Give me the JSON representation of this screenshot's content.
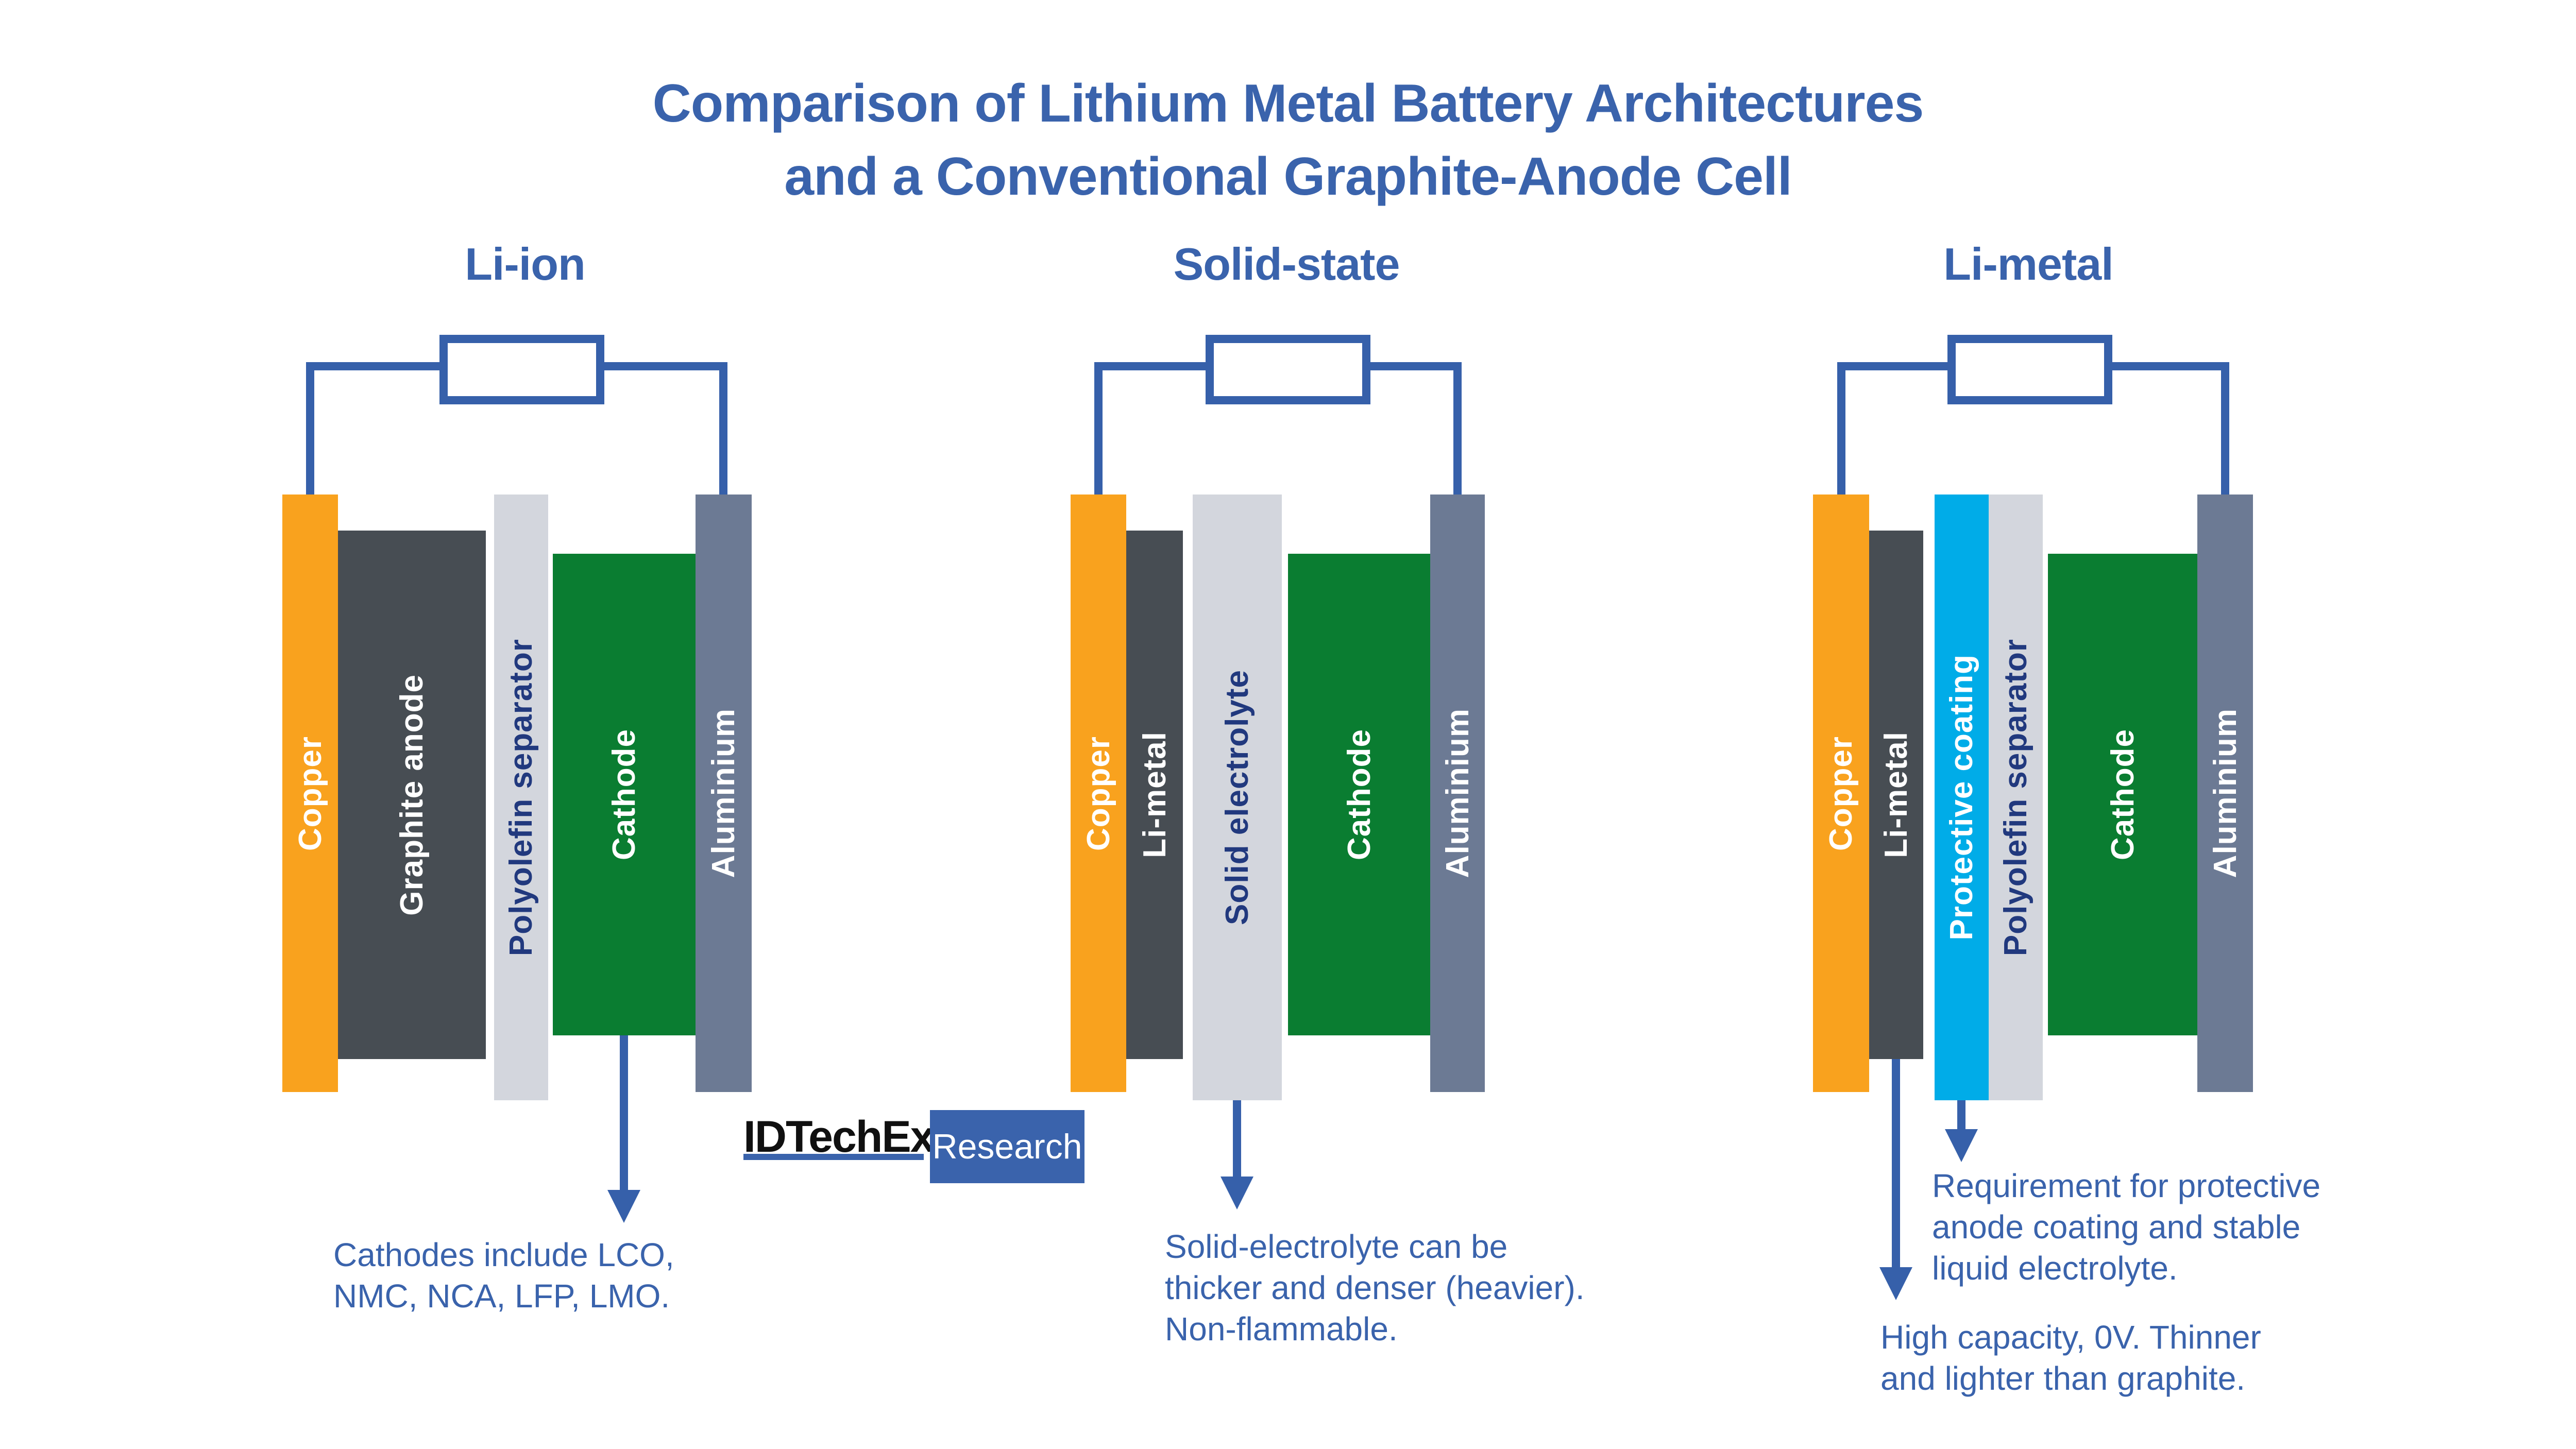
{
  "title": {
    "line1": "Comparison of Lithium Metal Battery Architectures",
    "line2": "and a Conventional Graphite-Anode Cell"
  },
  "cells": [
    {
      "heading": "Li-ion",
      "layers": [
        {
          "name": "copper",
          "label": "Copper"
        },
        {
          "name": "graphite-anode",
          "label": "Graphite anode"
        },
        {
          "name": "polyolefin-separator",
          "label": "Polyolefin separator"
        },
        {
          "name": "cathode",
          "label": "Cathode"
        },
        {
          "name": "aluminium",
          "label": "Aluminium"
        }
      ],
      "annotation": {
        "lines": [
          "Cathodes include LCO,",
          "NMC, NCA, LFP, LMO."
        ]
      }
    },
    {
      "heading": "Solid-state",
      "layers": [
        {
          "name": "copper",
          "label": "Copper"
        },
        {
          "name": "li-metal",
          "label": "Li-metal"
        },
        {
          "name": "solid-electrolyte",
          "label": "Solid electrolyte"
        },
        {
          "name": "cathode",
          "label": "Cathode"
        },
        {
          "name": "aluminium",
          "label": "Aluminium"
        }
      ],
      "annotation": {
        "lines": [
          "Solid-electrolyte can be",
          "thicker and denser (heavier).",
          "Non-flammable."
        ]
      }
    },
    {
      "heading": "Li-metal",
      "layers": [
        {
          "name": "copper",
          "label": "Copper"
        },
        {
          "name": "li-metal",
          "label": "Li-metal"
        },
        {
          "name": "protective-coating",
          "label": "Protective coating"
        },
        {
          "name": "polyolefin-separator",
          "label": "Polyolefin separator"
        },
        {
          "name": "cathode",
          "label": "Cathode"
        },
        {
          "name": "aluminium",
          "label": "Aluminium"
        }
      ],
      "annotation_coating": {
        "lines": [
          "Requirement for protective",
          "anode coating and stable",
          "liquid electrolyte."
        ]
      },
      "annotation_limetal": {
        "lines": [
          "High capacity, 0V. Thinner",
          "and lighter than graphite."
        ]
      }
    }
  ],
  "logo": {
    "brand": "IDTechEx",
    "label": "Research"
  },
  "colors": {
    "title_blue": "#3A63AC",
    "wire_blue": "#3660AA",
    "copper_orange": "#F9A21E",
    "anode_dark_gray": "#474D53",
    "separator_light_gray": "#D3D6DD",
    "cathode_green": "#0A7D31",
    "aluminium_gray_blue": "#6C7A94",
    "protective_coating_cyan": "#00ACE8",
    "layer_label_navy": "#21397E",
    "logo_black": "#101010"
  }
}
